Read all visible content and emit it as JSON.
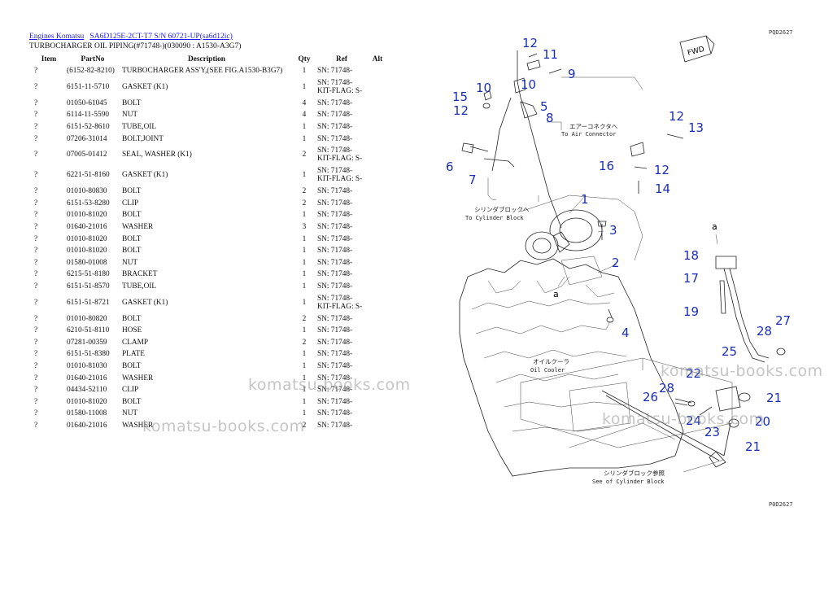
{
  "breadcrumb": {
    "link1": "Engines Komatsu",
    "link2": "SA6D125E-2CT-T7 S/N 60721-UP(sa6d12ic)"
  },
  "subtitle": "TURBOCHARGER OIL PIPING(#71748-)(030090 : A1530-A3G7)",
  "table": {
    "headers": {
      "item": "Item",
      "partno": "PartNo",
      "description": "Description",
      "qty": "Qty",
      "ref": "Ref",
      "alt": "Alt"
    },
    "rows": [
      {
        "item": "?",
        "partno": "(6152-82-8210)",
        "description": "TURBOCHARGER ASS'Y,(SEE FIG.A1530-B3G7)",
        "qty": "1",
        "ref": "SN: 71748-",
        "ref2": ""
      },
      {
        "item": "?",
        "partno": "6151-11-5710",
        "description": "GASKET (K1)",
        "qty": "1",
        "ref": "SN: 71748-",
        "ref2": "KIT-FLAG: S-"
      },
      {
        "item": "?",
        "partno": "01050-61045",
        "description": "BOLT",
        "qty": "4",
        "ref": "SN: 71748-",
        "ref2": ""
      },
      {
        "item": "?",
        "partno": "6114-11-5590",
        "description": "NUT",
        "qty": "4",
        "ref": "SN: 71748-",
        "ref2": ""
      },
      {
        "item": "?",
        "partno": "6151-52-8610",
        "description": "TUBE,OIL",
        "qty": "1",
        "ref": "SN: 71748-",
        "ref2": ""
      },
      {
        "item": "?",
        "partno": "07206-31014",
        "description": "BOLT,JOINT",
        "qty": "1",
        "ref": "SN: 71748-",
        "ref2": ""
      },
      {
        "item": "?",
        "partno": "07005-01412",
        "description": "SEAL, WASHER (K1)",
        "qty": "2",
        "ref": "SN: 71748-",
        "ref2": "KIT-FLAG: S-"
      },
      {
        "item": "?",
        "partno": "6221-51-8160",
        "description": "GASKET (K1)",
        "qty": "1",
        "ref": "SN: 71748-",
        "ref2": "KIT-FLAG: S-"
      },
      {
        "item": "?",
        "partno": "01010-80830",
        "description": "BOLT",
        "qty": "2",
        "ref": "SN: 71748-",
        "ref2": ""
      },
      {
        "item": "?",
        "partno": "6151-53-8280",
        "description": "CLIP",
        "qty": "2",
        "ref": "SN: 71748-",
        "ref2": ""
      },
      {
        "item": "?",
        "partno": "01010-81020",
        "description": "BOLT",
        "qty": "1",
        "ref": "SN: 71748-",
        "ref2": ""
      },
      {
        "item": "?",
        "partno": "01640-21016",
        "description": "WASHER",
        "qty": "3",
        "ref": "SN: 71748-",
        "ref2": ""
      },
      {
        "item": "?",
        "partno": "01010-81020",
        "description": "BOLT",
        "qty": "1",
        "ref": "SN: 71748-",
        "ref2": ""
      },
      {
        "item": "?",
        "partno": "01010-81020",
        "description": "BOLT",
        "qty": "1",
        "ref": "SN: 71748-",
        "ref2": ""
      },
      {
        "item": "?",
        "partno": "01580-01008",
        "description": "NUT",
        "qty": "1",
        "ref": "SN: 71748-",
        "ref2": ""
      },
      {
        "item": "?",
        "partno": "6215-51-8180",
        "description": "BRACKET",
        "qty": "1",
        "ref": "SN: 71748-",
        "ref2": ""
      },
      {
        "item": "?",
        "partno": "6151-51-8570",
        "description": "TUBE,OIL",
        "qty": "1",
        "ref": "SN: 71748-",
        "ref2": ""
      },
      {
        "item": "?",
        "partno": "6151-51-8721",
        "description": "GASKET (K1)",
        "qty": "1",
        "ref": "SN: 71748-",
        "ref2": "KIT-FLAG: S-"
      },
      {
        "item": "?",
        "partno": "01010-80820",
        "description": "BOLT",
        "qty": "2",
        "ref": "SN: 71748-",
        "ref2": ""
      },
      {
        "item": "?",
        "partno": "6210-51-8110",
        "description": "HOSE",
        "qty": "1",
        "ref": "SN: 71748-",
        "ref2": ""
      },
      {
        "item": "?",
        "partno": "07281-00359",
        "description": "CLAMP",
        "qty": "2",
        "ref": "SN: 71748-",
        "ref2": ""
      },
      {
        "item": "?",
        "partno": "6151-51-8380",
        "description": "PLATE",
        "qty": "1",
        "ref": "SN: 71748-",
        "ref2": ""
      },
      {
        "item": "?",
        "partno": "01010-81030",
        "description": "BOLT",
        "qty": "1",
        "ref": "SN: 71748-",
        "ref2": ""
      },
      {
        "item": "?",
        "partno": "01640-21016",
        "description": "WASHER",
        "qty": "1",
        "ref": "SN: 71748-",
        "ref2": ""
      },
      {
        "item": "?",
        "partno": "04434-52110",
        "description": "CLIP",
        "qty": "1",
        "ref": "SN: 71748-",
        "ref2": ""
      },
      {
        "item": "?",
        "partno": "01010-81020",
        "description": "BOLT",
        "qty": "1",
        "ref": "SN: 71748-",
        "ref2": ""
      },
      {
        "item": "?",
        "partno": "01580-11008",
        "description": "NUT",
        "qty": "1",
        "ref": "SN: 71748-",
        "ref2": ""
      },
      {
        "item": "?",
        "partno": "01640-21016",
        "description": "WASHER",
        "qty": "2",
        "ref": "SN: 71748-",
        "ref2": ""
      }
    ]
  },
  "watermark": "komatsu-books.com",
  "diagram": {
    "fwd_label": "FWD",
    "code_top": "PQD2627",
    "code_bottom": "P0D2627",
    "label_a": "a",
    "notes": {
      "air_jp": "エアーコネクタへ",
      "air_en": "To Air Connector",
      "cyl_jp": "シリンダブロックへ",
      "cyl_en": "To Cylinder Block",
      "oil_jp": "オイルクーラ",
      "oil_en": "Oil Cooler",
      "see_jp": "シリンダブロック参照",
      "see_en": "See of Cylinder Block"
    },
    "callouts": [
      "12",
      "11",
      "9",
      "15",
      "10",
      "10",
      "12",
      "5",
      "8",
      "12",
      "13",
      "6",
      "7",
      "16",
      "12",
      "14",
      "1",
      "3",
      "2",
      "4",
      "18",
      "17",
      "19",
      "27",
      "28",
      "25",
      "22",
      "28",
      "21",
      "26",
      "24",
      "20",
      "23",
      "21"
    ]
  }
}
